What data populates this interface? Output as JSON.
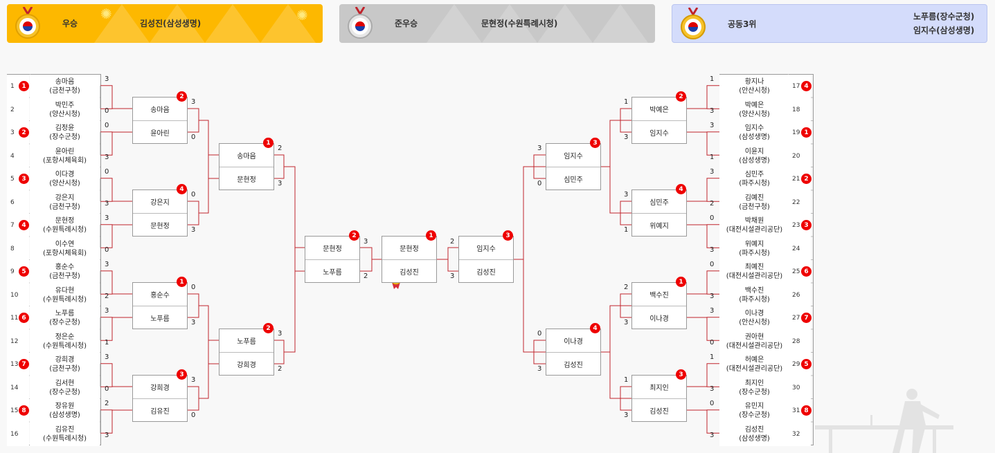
{
  "banners": {
    "gold": {
      "label": "우승",
      "name": "김성진(삼성생명)"
    },
    "silver": {
      "label": "준우승",
      "name": "문현정(수원특례시청)"
    },
    "bronze": {
      "label": "공동3위",
      "names": [
        "노푸름(장수군청)",
        "임지수(삼성생명)"
      ]
    }
  },
  "colors": {
    "line": "#c0242c",
    "gold": "#fdb800",
    "silver": "#c8c8c8",
    "bronze": "#d4dcfb",
    "badge": "#e00000"
  },
  "left_r32": [
    {
      "seed": "1",
      "name": "송마음",
      "team": "(금천구청)",
      "badge": "1",
      "score": "3"
    },
    {
      "seed": "2",
      "name": "박민주",
      "team": "(양산시청)",
      "badge": "",
      "score": "0"
    },
    {
      "seed": "3",
      "name": "김정윤",
      "team": "(장수군청)",
      "badge": "2",
      "score": "0"
    },
    {
      "seed": "4",
      "name": "윤아린",
      "team": "(포항시체육회)",
      "badge": "",
      "score": "3"
    },
    {
      "seed": "5",
      "name": "이다경",
      "team": "(양산시청)",
      "badge": "3",
      "score": "0"
    },
    {
      "seed": "6",
      "name": "강은지",
      "team": "(금천구청)",
      "badge": "",
      "score": "3"
    },
    {
      "seed": "7",
      "name": "문현정",
      "team": "(수원특례시청)",
      "badge": "4",
      "score": "3"
    },
    {
      "seed": "8",
      "name": "이수연",
      "team": "(포항시체육회)",
      "badge": "",
      "score": "0"
    },
    {
      "seed": "9",
      "name": "홍순수",
      "team": "(금천구청)",
      "badge": "5",
      "score": "3"
    },
    {
      "seed": "10",
      "name": "유다현",
      "team": "(수원특례시청)",
      "badge": "",
      "score": "2"
    },
    {
      "seed": "11",
      "name": "노푸름",
      "team": "(장수군청)",
      "badge": "6",
      "score": "3"
    },
    {
      "seed": "12",
      "name": "정은순",
      "team": "(수원특례시청)",
      "badge": "",
      "score": "1"
    },
    {
      "seed": "13",
      "name": "강희경",
      "team": "(금천구청)",
      "badge": "7",
      "score": "3"
    },
    {
      "seed": "14",
      "name": "김서현",
      "team": "(장수군청)",
      "badge": "",
      "score": "0"
    },
    {
      "seed": "15",
      "name": "장유원",
      "team": "(삼성생명)",
      "badge": "8",
      "score": "2"
    },
    {
      "seed": "16",
      "name": "김유진",
      "team": "(수원특례시청)",
      "badge": "",
      "score": "3"
    }
  ],
  "left_r16": [
    {
      "top": "송마음",
      "bottom": "윤아린",
      "badge": "2",
      "scores": [
        "3",
        "0"
      ]
    },
    {
      "top": "강은지",
      "bottom": "문현정",
      "badge": "4",
      "scores": [
        "0",
        "3"
      ]
    },
    {
      "top": "홍순수",
      "bottom": "노푸름",
      "badge": "1",
      "scores": [
        "0",
        "3"
      ]
    },
    {
      "top": "강희경",
      "bottom": "김유진",
      "badge": "3",
      "scores": [
        "3",
        "0"
      ]
    }
  ],
  "left_qf": [
    {
      "top": "송마음",
      "bottom": "문현정",
      "badge": "1",
      "scores": [
        "2",
        "3"
      ]
    },
    {
      "top": "노푸름",
      "bottom": "강희경",
      "badge": "2",
      "scores": [
        "3",
        "2"
      ]
    }
  ],
  "left_sf": {
    "top": "문현정",
    "bottom": "노푸름",
    "badge": "2",
    "scores": [
      "3",
      "2"
    ]
  },
  "final": {
    "top": "문현정",
    "bottom": "김성진",
    "badge": "1"
  },
  "right_sf": {
    "top": "임지수",
    "bottom": "김성진",
    "badge": "3",
    "scores": [
      "2",
      "3"
    ]
  },
  "right_qf": [
    {
      "top": "임지수",
      "bottom": "심민주",
      "badge": "3",
      "scores": [
        "3",
        "0"
      ]
    },
    {
      "top": "이나경",
      "bottom": "김성진",
      "badge": "4",
      "scores": [
        "0",
        "3"
      ]
    }
  ],
  "right_r16": [
    {
      "top": "박예은",
      "bottom": "임지수",
      "badge": "2",
      "scores": [
        "1",
        "3"
      ]
    },
    {
      "top": "심민주",
      "bottom": "위예지",
      "badge": "4",
      "scores": [
        "3",
        "1"
      ]
    },
    {
      "top": "백수진",
      "bottom": "이나경",
      "badge": "1",
      "scores": [
        "2",
        "3"
      ]
    },
    {
      "top": "최지인",
      "bottom": "김성진",
      "badge": "3",
      "scores": [
        "1",
        "3"
      ]
    }
  ],
  "right_r32": [
    {
      "seed": "17",
      "name": "황지나",
      "team": "(안산시청)",
      "badge": "4",
      "score": "1"
    },
    {
      "seed": "18",
      "name": "박예은",
      "team": "(양산시청)",
      "badge": "",
      "score": "3"
    },
    {
      "seed": "19",
      "name": "임지수",
      "team": "(삼성생명)",
      "badge": "1",
      "score": "3"
    },
    {
      "seed": "20",
      "name": "이윤지",
      "team": "(삼성생명)",
      "badge": "",
      "score": "1"
    },
    {
      "seed": "21",
      "name": "심민주",
      "team": "(파주시청)",
      "badge": "2",
      "score": "3"
    },
    {
      "seed": "22",
      "name": "김예진",
      "team": "(금천구청)",
      "badge": "",
      "score": "2"
    },
    {
      "seed": "23",
      "name": "박채원",
      "team": "(대전시설관리공단)",
      "badge": "3",
      "score": "0"
    },
    {
      "seed": "24",
      "name": "위예지",
      "team": "(파주시청)",
      "badge": "",
      "score": "3"
    },
    {
      "seed": "25",
      "name": "최예진",
      "team": "(대전시설관리공단)",
      "badge": "6",
      "score": "0"
    },
    {
      "seed": "26",
      "name": "백수진",
      "team": "(파주시청)",
      "badge": "",
      "score": "3"
    },
    {
      "seed": "27",
      "name": "이나경",
      "team": "(안산시청)",
      "badge": "7",
      "score": "3"
    },
    {
      "seed": "28",
      "name": "권아현",
      "team": "(대전시설관리공단)",
      "badge": "",
      "score": "0"
    },
    {
      "seed": "29",
      "name": "허예은",
      "team": "(대전시설관리공단)",
      "badge": "5",
      "score": "1"
    },
    {
      "seed": "30",
      "name": "최지인",
      "team": "(장수군청)",
      "badge": "",
      "score": "3"
    },
    {
      "seed": "31",
      "name": "유민지",
      "team": "(장수군청)",
      "badge": "8",
      "score": "0"
    },
    {
      "seed": "32",
      "name": "김성진",
      "team": "(삼성생명)",
      "badge": "",
      "score": "3"
    }
  ]
}
